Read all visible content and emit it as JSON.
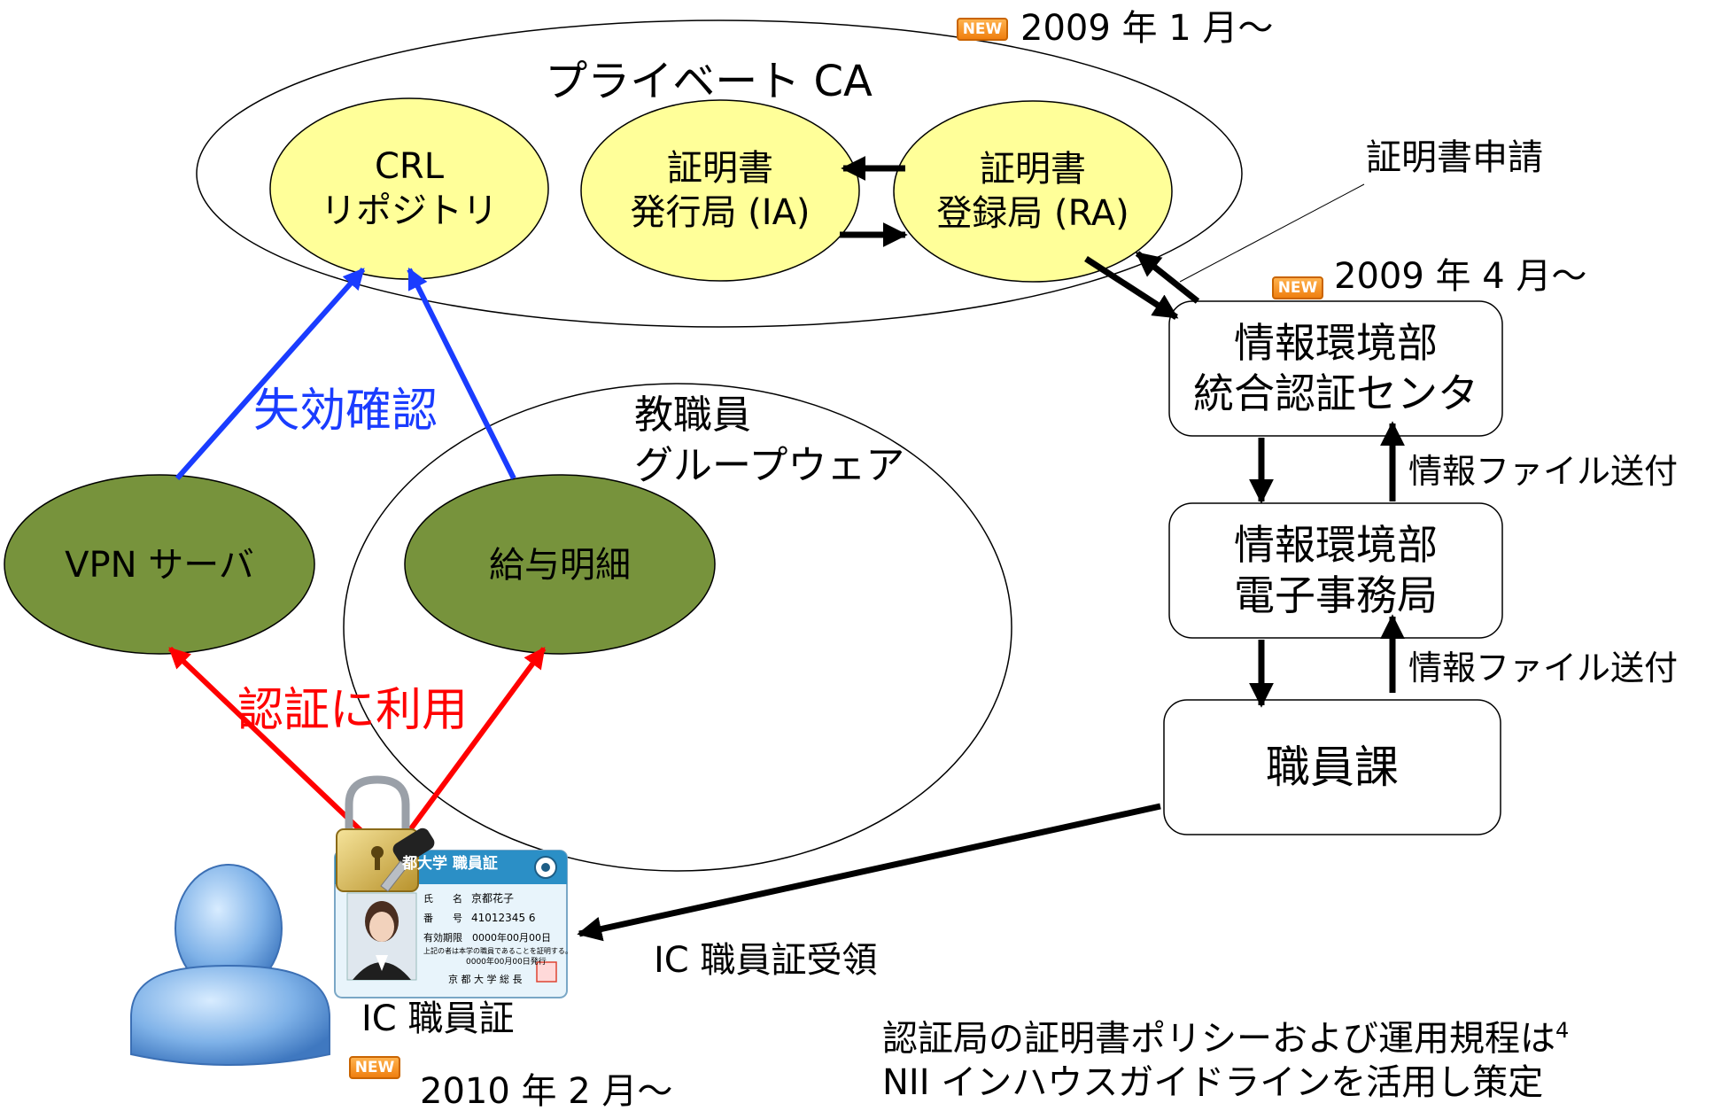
{
  "badges": {
    "new": "NEW"
  },
  "dates": {
    "private_ca": "2009 年 1 月～",
    "center": "2009 年 4 月～",
    "ic_card": "2010 年 2 月～"
  },
  "private_ca": {
    "title": "プライベート CA",
    "crl": "CRL\nリポジトリ",
    "ia": "証明書\n発行局 (IA)",
    "ra": "証明書\n登録局 (RA)"
  },
  "groupware": {
    "title": "教職員\nグループウェア"
  },
  "services": {
    "vpn": "VPN サーバ",
    "payslip": "給与明細"
  },
  "labels": {
    "revocation_check": "失効確認",
    "used_for_auth": "認証に利用",
    "cert_request": "証明書申請",
    "file_send_1": "情報ファイル送付",
    "file_send_2": "情報ファイル送付",
    "ic_receipt": "IC 職員証受領",
    "ic_card": "IC 職員証"
  },
  "boxes": {
    "center": "情報環境部\n統合認証センタ",
    "office": "情報環境部\n電子事務局",
    "personnel": "職員課"
  },
  "id_card": {
    "title": "都大学 職員証",
    "name_label": "氏　　名",
    "name": "京都花子",
    "number_label": "番　　号",
    "number": "41012345 6",
    "expiry": "有効期限　0000年00月00日",
    "note": "上記の者は本学の職員であることを証明する。",
    "issue": "0000年00月00日発行",
    "president": "京 都 大 学 総 長"
  },
  "footnote": {
    "line1": "認証局の証明書ポリシーおよび運用規程は",
    "sup": "4",
    "line2": "NII インハウスガイドラインを活用し策定"
  },
  "colors": {
    "ca_node": "#ffff99",
    "service_node": "#77933c",
    "revocation": "#0000ff",
    "auth": "#ff0000",
    "flow": "#000000"
  }
}
